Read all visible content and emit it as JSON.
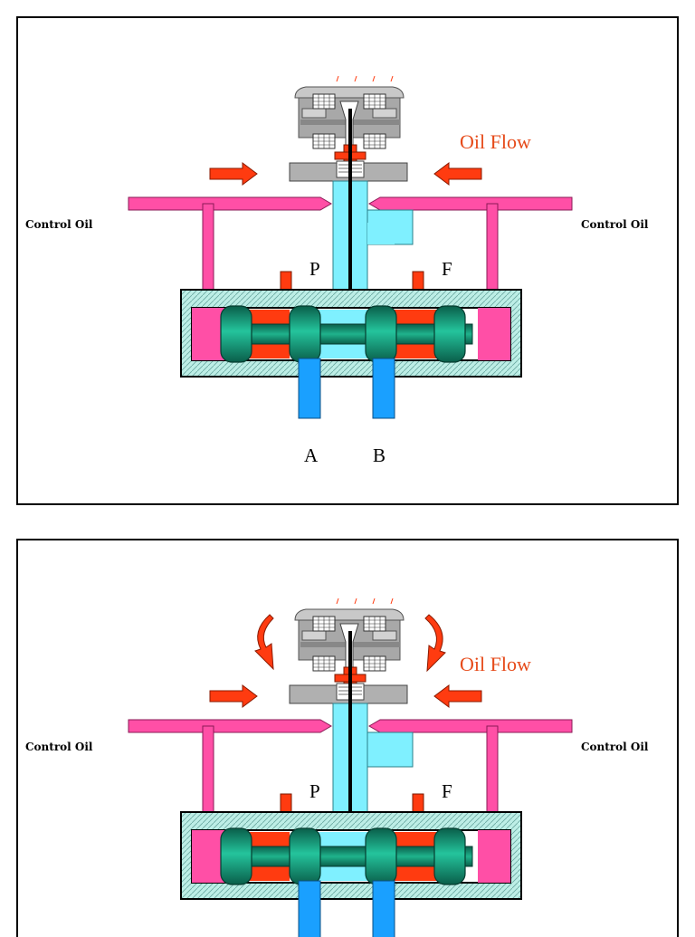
{
  "colors": {
    "control_oil": "#ff4fa6",
    "pressure_oil": "#ff3b10",
    "return_oil": "#1aa0ff",
    "pilot_oil": "#7ff0ff",
    "spool": "#0f8a6e",
    "body_fill": "#bdeee6",
    "oil_flow_label": "#e64a19"
  },
  "panels": [
    {
      "oil_flow_label": "Oil Flow",
      "control_oil_left": "Control Oil",
      "control_oil_right": "Control Oil",
      "port_p": "P",
      "port_r": "F",
      "port_a": "A",
      "port_b": "B"
    },
    {
      "oil_flow_label": "Oil Flow",
      "control_oil_left": "Control Oil",
      "control_oil_right": "Control Oil",
      "port_p": "P",
      "port_r": "F"
    }
  ]
}
